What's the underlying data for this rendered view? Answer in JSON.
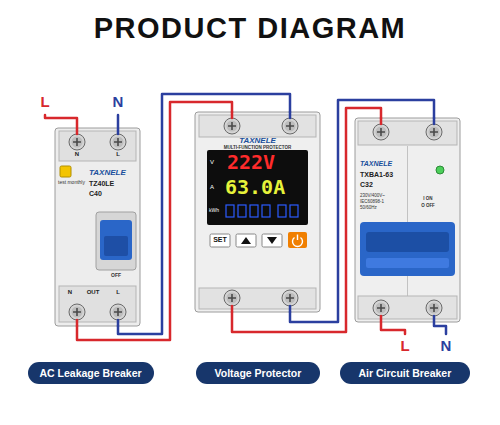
{
  "diagram": {
    "title": "PRODUCT DIAGRAM",
    "nodes": [
      {
        "text": [
          "TAXNELE",
          "TZ40LE",
          "C40",
          "test monthly"
        ]
      },
      {
        "text": [
          "TAXNELE",
          "MULTI-FUNCTION PROTECTOR",
          "SET"
        ]
      },
      {
        "text": [
          "V",
          "222V",
          "A",
          "63.0A",
          "kWh"
        ],
        "in": 1
      },
      {
        "text": [
          "TAXNELE",
          "TXBA1-63",
          "C32",
          "230V/400V~",
          "IEC60898-1",
          "50/60Hz"
        ]
      },
      {
        "text": [
          "AC Leakage Breaker"
        ]
      },
      {
        "text": [
          "Voltage Protector"
        ]
      },
      {
        "text": [
          "Air Circuit Breaker"
        ]
      }
    ],
    "edges": [
      {
        "from": 0,
        "to": 1,
        "arrow": "none"
      },
      {
        "from": 0,
        "to": 1,
        "arrow": "none"
      },
      {
        "from": 1,
        "to": 3,
        "arrow": "none"
      },
      {
        "from": 1,
        "to": 3,
        "arrow": "none"
      }
    ],
    "labels": [
      "L",
      "N",
      "N",
      "L",
      "N",
      "OUT",
      "L",
      "OFF",
      "I ON",
      "O OFF",
      "L",
      "N"
    ]
  }
}
